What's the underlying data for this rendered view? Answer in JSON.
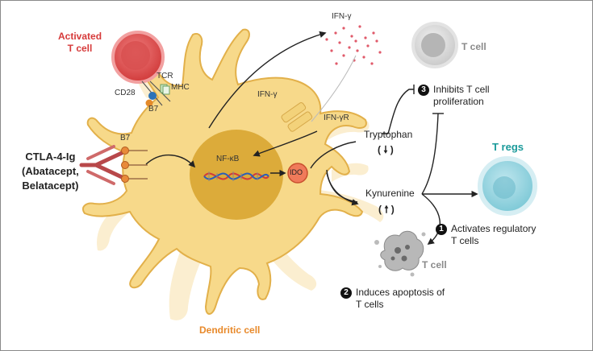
{
  "colors": {
    "dendritic_fill": "#f7d98a",
    "dendritic_stroke": "#e1b14c",
    "nucleus": "#dcab3a",
    "activated_red": "#d63a3a",
    "treg_teal": "#1a9a9a",
    "dendritic_label": "#e8892a",
    "ido_fill": "#f07a5a"
  },
  "labels": {
    "activated_tcell": [
      "Activated",
      "T cell"
    ],
    "tcr": "TCR",
    "cd28": "CD28",
    "mhc": "MHC",
    "b7_top": "B7",
    "b7_left": "B7",
    "ctla4": [
      "CTLA-4-Ig",
      "(Abatacept,",
      "Belatacept)"
    ],
    "ifng_cell": "IFN-γ",
    "ifng_top": "IFN-γ",
    "ifngr": "IFN-γR",
    "nfkb": "NF-κB",
    "ido": "IDO",
    "tcell_top": "T cell",
    "tryptophan": "Tryptophan",
    "tryptophan_arrow": "( 🠗 )",
    "kynurenine": "Kynurenine",
    "kynurenine_arrow": "( 🠕 )",
    "tregs": "T regs",
    "tcell_apoptotic": "T cell",
    "dendritic_cell": "Dendritic cell"
  },
  "steps": [
    {
      "num": "3",
      "lines": [
        "Inhibits T cell",
        "proliferation"
      ]
    },
    {
      "num": "1",
      "lines": [
        "Activates regulatory",
        "T cells"
      ]
    },
    {
      "num": "2",
      "lines": [
        "Induces apoptosis of",
        "T cells"
      ]
    }
  ],
  "icons": [
    "dendritic-cell-icon",
    "activated-tcell-icon",
    "tcell-icon",
    "treg-cell-icon",
    "apoptotic-cell-icon",
    "dna-icon",
    "ctla4-ig-antibody-icon",
    "ifng-receptor-icon"
  ]
}
